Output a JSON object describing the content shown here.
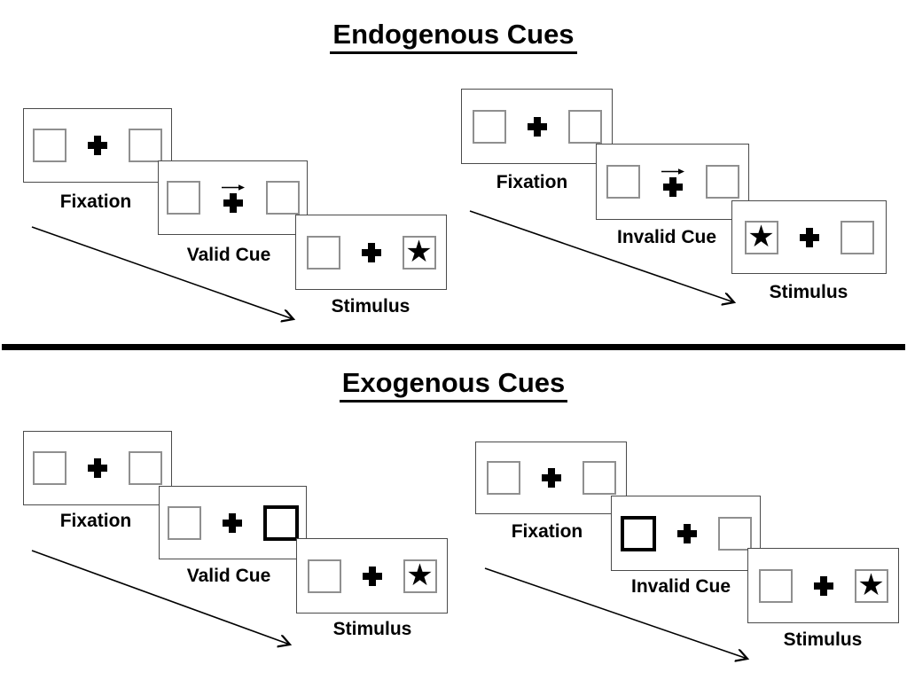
{
  "sections": [
    {
      "title": "Endogenous Cues",
      "cascades": [
        {
          "type": "valid",
          "cue_style": "central-arrow-pointing-right",
          "stimulus_side": "right",
          "panels": [
            {
              "label": "Fixation"
            },
            {
              "label": "Valid Cue"
            },
            {
              "label": "Stimulus"
            }
          ]
        },
        {
          "type": "invalid",
          "cue_style": "central-arrow-pointing-right",
          "stimulus_side": "left",
          "panels": [
            {
              "label": "Fixation"
            },
            {
              "label": "Invalid Cue"
            },
            {
              "label": "Stimulus"
            }
          ]
        }
      ]
    },
    {
      "title": "Exogenous Cues",
      "cascades": [
        {
          "type": "valid",
          "cue_style": "right-box-bold-outline",
          "stimulus_side": "right",
          "panels": [
            {
              "label": "Fixation"
            },
            {
              "label": "Valid Cue"
            },
            {
              "label": "Stimulus"
            }
          ]
        },
        {
          "type": "invalid",
          "cue_style": "left-box-bold-outline",
          "stimulus_side": "right",
          "panels": [
            {
              "label": "Fixation"
            },
            {
              "label": "Invalid Cue"
            },
            {
              "label": "Stimulus"
            }
          ]
        }
      ]
    }
  ],
  "icons": {
    "star": "★",
    "fixation_cross": "plus-cross",
    "cue_arrow": "right-arrow",
    "timeline_arrow": "diagonal-right-down-arrow"
  },
  "colors": {
    "ink": "#000000",
    "panel_border": "#4a4a4a",
    "box_border": "#8f8f8f",
    "background": "#ffffff"
  }
}
